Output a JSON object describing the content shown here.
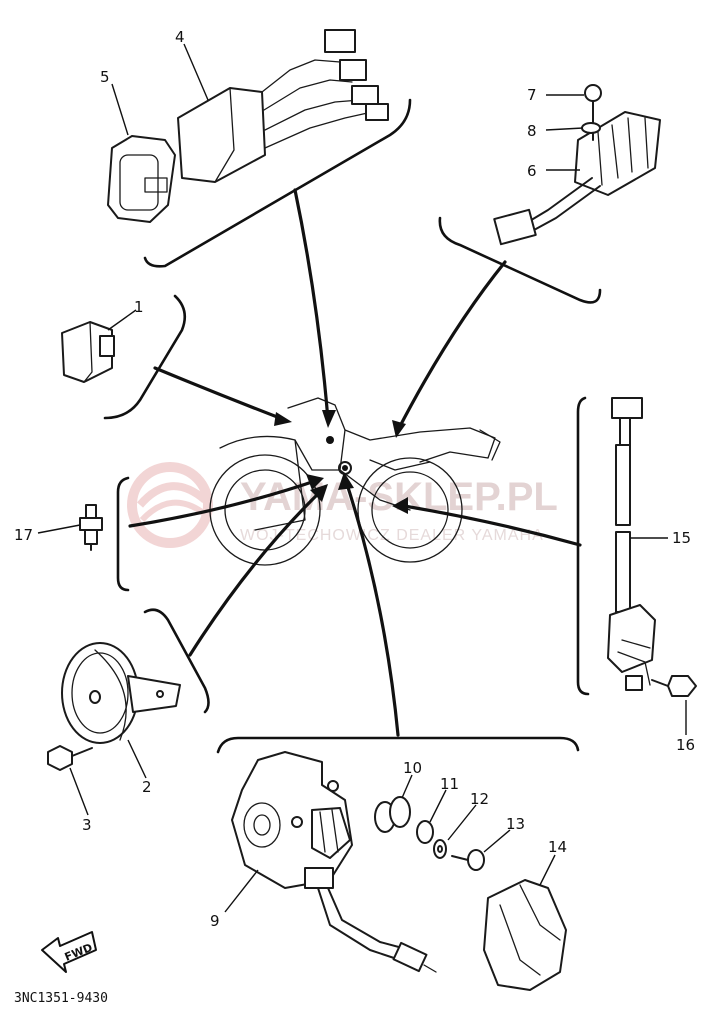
{
  "diagram": {
    "drawing_code": "3NC1351-9430",
    "fwd_label": "FWD",
    "watermark": {
      "line1": "YAMA-SKLEP.PL",
      "line2": "WOJ-TECHOWICZ DEALER YAMAHA"
    },
    "parts": [
      {
        "no": "1"
      },
      {
        "no": "2"
      },
      {
        "no": "3"
      },
      {
        "no": "4"
      },
      {
        "no": "5"
      },
      {
        "no": "6"
      },
      {
        "no": "7"
      },
      {
        "no": "8"
      },
      {
        "no": "9"
      },
      {
        "no": "10"
      },
      {
        "no": "11"
      },
      {
        "no": "12"
      },
      {
        "no": "13"
      },
      {
        "no": "14"
      },
      {
        "no": "15"
      },
      {
        "no": "16"
      },
      {
        "no": "17"
      }
    ],
    "colors": {
      "ink": "#111111",
      "watermark": "#e3d3d3",
      "background": "#ffffff"
    }
  }
}
